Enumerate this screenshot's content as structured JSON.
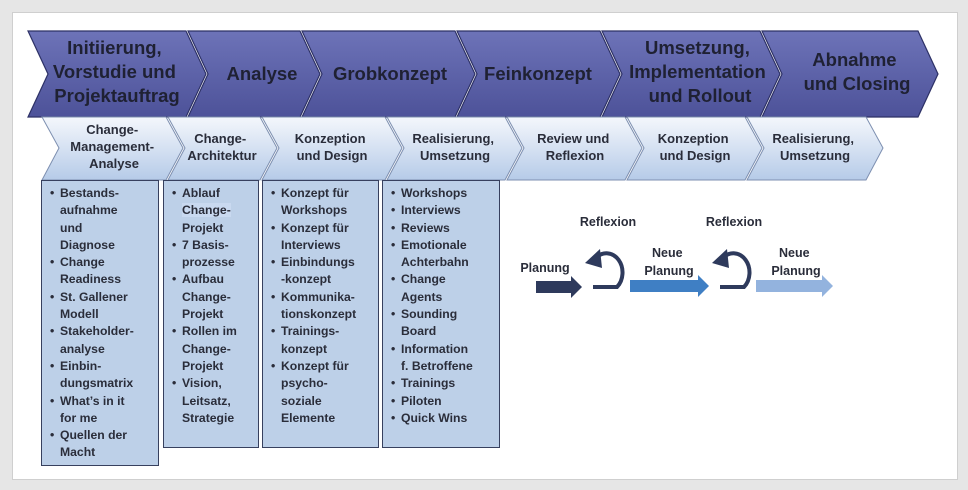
{
  "phases": [
    {
      "lines": [
        "Initiierung,",
        "Vorstudie und",
        "Projektauftrag"
      ]
    },
    {
      "lines": [
        "Analyse"
      ]
    },
    {
      "lines": [
        "Grobkonzept"
      ]
    },
    {
      "lines": [
        "Feinkonzept"
      ]
    },
    {
      "lines": [
        "Umsetzung,",
        "Implementation",
        "und Rollout"
      ]
    },
    {
      "lines": [
        "Abnahme",
        "und Closing"
      ]
    }
  ],
  "subphases": [
    {
      "lines": [
        "Change-",
        "Management-",
        "Analyse"
      ]
    },
    {
      "lines": [
        "Change-",
        "Architektur"
      ]
    },
    {
      "lines": [
        "Konzeption",
        "und Design"
      ]
    },
    {
      "lines": [
        "Realisierung,",
        "Umsetzung"
      ]
    },
    {
      "lines": [
        "Review und",
        "Reflexion"
      ]
    },
    {
      "lines": [
        "Konzeption",
        "und Design"
      ]
    },
    {
      "lines": [
        "Realisierung,",
        "Umsetzung"
      ]
    }
  ],
  "columns": [
    {
      "items": [
        [
          "Bestands-",
          "aufnahme",
          "und",
          "Diagnose"
        ],
        [
          "Change",
          "Readiness"
        ],
        [
          "St. Gallener",
          "Modell"
        ],
        [
          "Stakeholder-",
          "analyse"
        ],
        [
          "Einbin-",
          "dungsmatrix"
        ],
        [
          "What’s in it",
          "for me"
        ],
        [
          "Quellen der",
          "Macht"
        ]
      ]
    },
    {
      "items": [
        [
          "Ablauf",
          "Change-",
          "Projekt"
        ],
        [
          "7 Basis-",
          "prozesse"
        ],
        [
          "Aufbau",
          "Change-",
          "Projekt"
        ],
        [
          "Rollen im",
          "Change-",
          "Projekt"
        ],
        [
          "Vision,",
          "Leitsatz,",
          "Strategie"
        ]
      ]
    },
    {
      "items": [
        [
          "Konzept für",
          "Workshops"
        ],
        [
          "Konzept für",
          "Interviews"
        ],
        [
          "Einbindungs",
          "-konzept"
        ],
        [
          "Kommunika-",
          "tionskonzept"
        ],
        [
          "Trainings-",
          "konzept"
        ],
        [
          "Konzept für",
          "psycho-",
          "soziale",
          "Elemente"
        ]
      ]
    },
    {
      "items": [
        [
          "Workshops"
        ],
        [
          "Interviews"
        ],
        [
          "Reviews"
        ],
        [
          "Emotionale",
          "Achterbahn"
        ],
        [
          "Change",
          "Agents"
        ],
        [
          "Sounding",
          "Board"
        ],
        [
          "Information",
          "f. Betroffene"
        ],
        [
          "Trainings"
        ],
        [
          "Piloten"
        ],
        [
          "Quick Wins"
        ]
      ]
    }
  ],
  "cycle": {
    "planung": "Planung",
    "reflexion_1": "Reflexion",
    "neue_planung_1": [
      "Neue",
      "Planung"
    ],
    "reflexion_2": "Reflexion",
    "neue_planung_2": [
      "Neue",
      "Planung"
    ]
  },
  "colors": {
    "phase_fill": "#5a5fa6",
    "phase_border": "#2d3166",
    "sub_fill_top": "#f2f6fc",
    "sub_fill_bottom": "#b9cde9",
    "column_fill": "#bdd0e8",
    "text_dark": "#2a2d3a",
    "arrow_dark": "#2e3a5c",
    "arrow_mid": "#3f7fc4",
    "arrow_light": "#93b3de"
  }
}
